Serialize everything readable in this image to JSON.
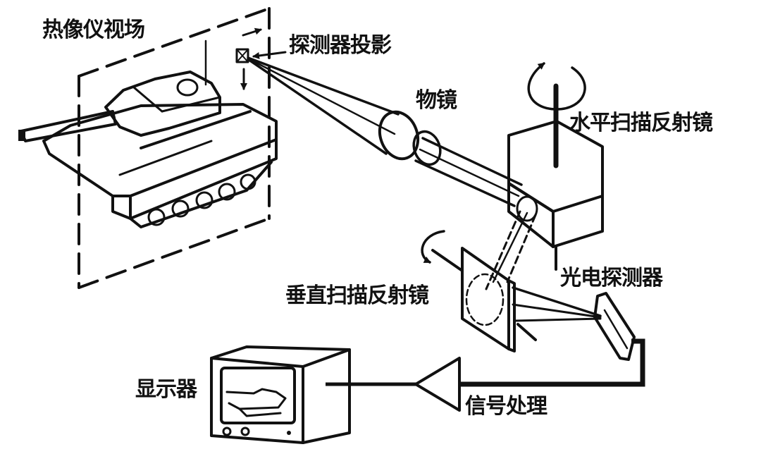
{
  "diagram": {
    "labels": {
      "field_of_view": "热像仪视场",
      "detector_projection": "探测器投影",
      "objective_lens": "物镜",
      "horizontal_scan_mirror": "水平扫描反射镜",
      "photodetector": "光电探测器",
      "vertical_scan_mirror": "垂直扫描反射镜",
      "display": "显示器",
      "signal_processing": "信号处理"
    },
    "colors": {
      "ink": "#111111",
      "background": "#ffffff"
    }
  }
}
